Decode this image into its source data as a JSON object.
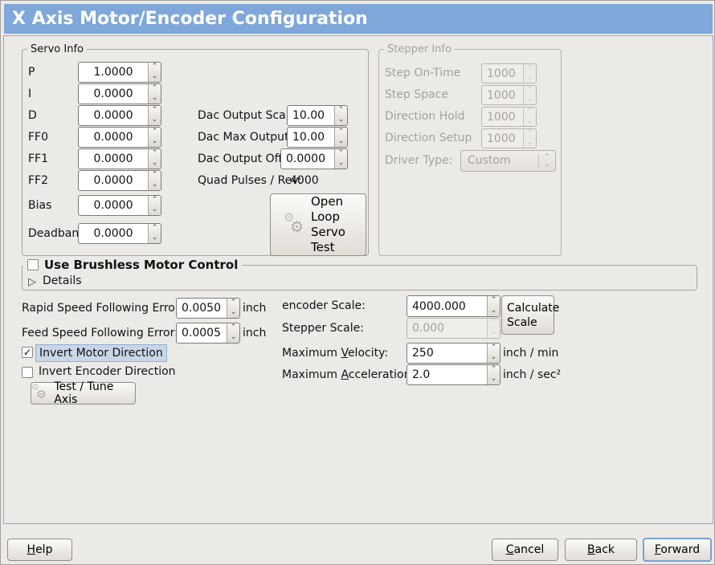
{
  "title": "X Axis Motor/Encoder Configuration",
  "icons": {
    "check": "✓",
    "expander_collapsed": "▷",
    "spin_up": "⌃",
    "spin_down": "⌄",
    "gear": "⚙"
  },
  "servo": {
    "legend": "Servo Info",
    "rows": [
      {
        "label": "P",
        "value": "1.0000"
      },
      {
        "label": "I",
        "value": "0.0000"
      },
      {
        "label": "D",
        "value": "0.0000"
      },
      {
        "label": "FF0",
        "value": "0.0000"
      },
      {
        "label": "FF1",
        "value": "0.0000"
      },
      {
        "label": "FF2",
        "value": "0.0000"
      },
      {
        "label": "Bias",
        "value": "0.0000"
      },
      {
        "label": "Deadband",
        "value": "0.0000"
      }
    ],
    "dac_scale": {
      "label": "Dac Output Scale:",
      "value": "10.00"
    },
    "dac_max": {
      "label": "Dac Max Output:",
      "value": "10.00"
    },
    "dac_offset": {
      "label": "Dac Output Offset:",
      "value": "0.0000"
    },
    "quad": {
      "label": "Quad Pulses / Rev:",
      "value": "4000"
    },
    "open_loop_button": "Open Loop Servo Test"
  },
  "stepper": {
    "legend": "Stepper Info",
    "rows": [
      {
        "label": "Step On-Time",
        "value": "1000"
      },
      {
        "label": "Step Space",
        "value": "1000"
      },
      {
        "label": "Direction Hold",
        "value": "1000"
      },
      {
        "label": "Direction Setup",
        "value": "1000"
      }
    ],
    "driver": {
      "label": "Driver Type:",
      "value": "Custom"
    }
  },
  "brushless": {
    "label": "Use Brushless Motor Control",
    "checked": false,
    "details": "Details"
  },
  "errors": {
    "rapid": {
      "label": "Rapid Speed Following Error:",
      "value": "0.0050",
      "unit": "inch"
    },
    "feed": {
      "label": "Feed Speed Following Error:",
      "value": "0.0005",
      "unit": "inch"
    }
  },
  "invert": {
    "motor": {
      "label": "Invert Motor Direction",
      "checked": true
    },
    "encoder": {
      "label": "Invert Encoder Direction",
      "checked": false
    }
  },
  "test_tune_button": "Test / Tune Axis",
  "scales": {
    "encoder": {
      "label": "encoder Scale:",
      "value": "4000.000"
    },
    "stepper": {
      "label": "Stepper Scale:",
      "value": "0.000"
    },
    "calculate_button": "Calculate Scale",
    "velocity": {
      "pre": "Maximum ",
      "key": "V",
      "rest": "elocity:",
      "value": "250",
      "unit": "inch / min"
    },
    "accel": {
      "pre": "Maximum ",
      "key": "A",
      "rest": "cceleration:",
      "value": "2.0",
      "unit": "inch / sec²"
    }
  },
  "footer": {
    "help": {
      "key": "H",
      "rest": "elp"
    },
    "cancel": {
      "key": "C",
      "rest": "ancel"
    },
    "back": {
      "key": "B",
      "rest": "ack"
    },
    "forward": {
      "key": "F",
      "rest": "orward"
    }
  },
  "colors": {
    "titlebar": "#7FA7D9",
    "window_bg": "#ECEAE7",
    "panel_border": "#8CA9D3",
    "highlight_bg": "#C9D6E8"
  }
}
